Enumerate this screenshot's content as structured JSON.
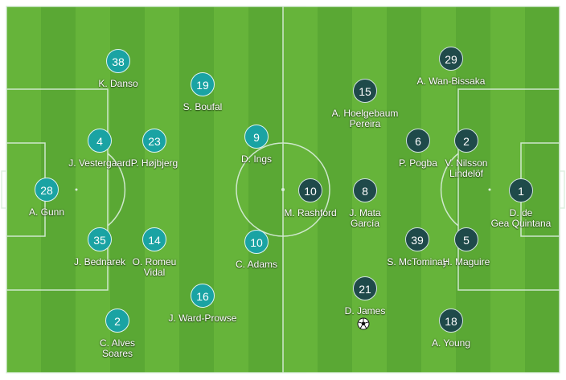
{
  "colors": {
    "home_disc": "#1aa3a3",
    "away_disc": "#1f4a4a",
    "pitch_light": "#66b43a",
    "pitch_dark": "#5aa834"
  },
  "home_players": [
    {
      "number": "38",
      "name": "K. Danso"
    },
    {
      "number": "19",
      "name": "S. Boufal"
    },
    {
      "number": "4",
      "name": "J. Vestergaard"
    },
    {
      "number": "23",
      "name": "P. Højbjerg"
    },
    {
      "number": "9",
      "name": "D. Ings"
    },
    {
      "number": "28",
      "name": "A. Gunn"
    },
    {
      "number": "35",
      "name": "J. Bednarek"
    },
    {
      "number": "14",
      "name": "O. Romeu\nVidal"
    },
    {
      "number": "10",
      "name": "C. Adams"
    },
    {
      "number": "16",
      "name": "J. Ward-Prowse"
    },
    {
      "number": "2",
      "name": "C. Alves\nSoares"
    }
  ],
  "away_players": [
    {
      "number": "29",
      "name": "A. Wan-Bissaka"
    },
    {
      "number": "15",
      "name": "A. Hoelgebaum\nPereira"
    },
    {
      "number": "6",
      "name": "P. Pogba"
    },
    {
      "number": "2",
      "name": "V. Nilsson\nLindelöf"
    },
    {
      "number": "10",
      "name": "M. Rashford"
    },
    {
      "number": "8",
      "name": "J. Mata\nGarcía"
    },
    {
      "number": "1",
      "name": "D. de\nGea Quintana"
    },
    {
      "number": "39",
      "name": "S. McTominay"
    },
    {
      "number": "5",
      "name": "H. Maguire"
    },
    {
      "number": "21",
      "name": "D. James"
    },
    {
      "number": "18",
      "name": "A. Young"
    }
  ],
  "icons": {
    "goal": "football-icon"
  }
}
